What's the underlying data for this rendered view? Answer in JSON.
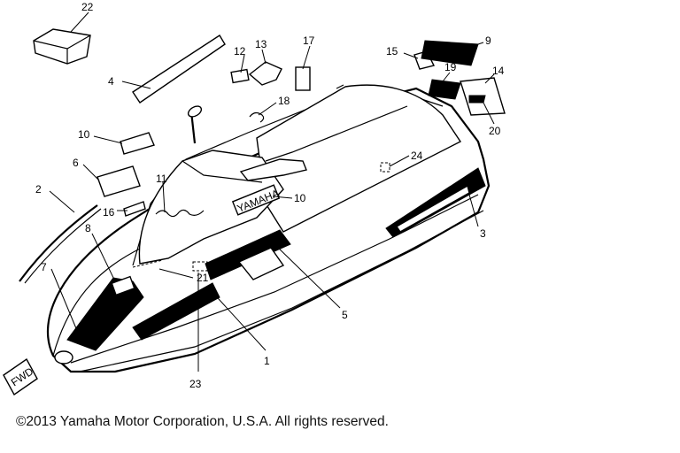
{
  "copyright": "©2013 Yamaha Motor Corporation, U.S.A. All rights reserved.",
  "callouts": [
    "1",
    "2",
    "3",
    "4",
    "5",
    "6",
    "7",
    "8",
    "9",
    "10",
    "10",
    "11",
    "12",
    "13",
    "14",
    "15",
    "16",
    "17",
    "18",
    "19",
    "20",
    "21",
    "22",
    "23",
    "24"
  ],
  "decals": {
    "brand": "YAMAHA",
    "fwd": "FWD"
  }
}
